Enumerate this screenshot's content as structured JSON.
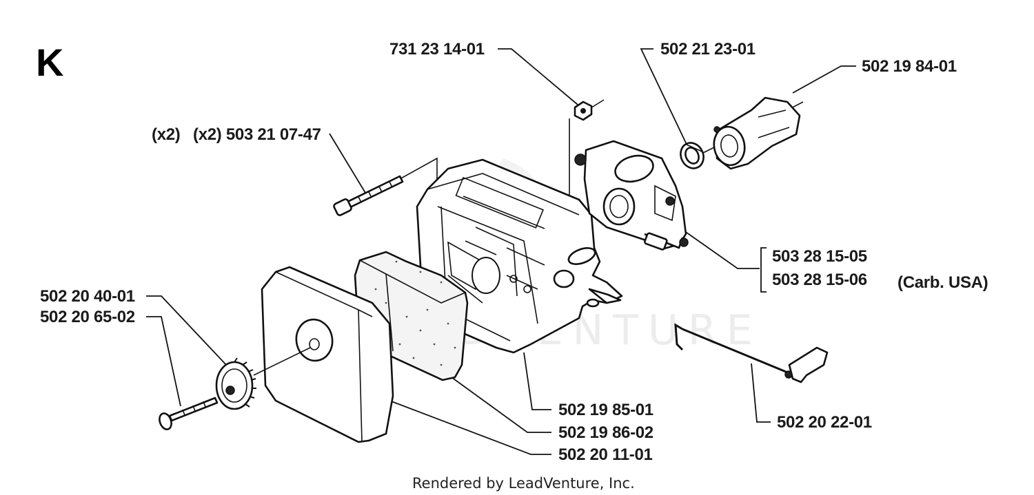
{
  "section_letter": "K",
  "watermark": "LEADVENTURE",
  "credit": "Rendered by LeadVenture, Inc.",
  "labels": {
    "screw_qty": "(x2)",
    "screw": "(x2) 503 21 07-47",
    "nut": "731 23 14-01",
    "gasket": "502 21 23-01",
    "intake": "502 19 84-01",
    "carb_a": "503 28 15-05",
    "carb_b": "503 28 15-06",
    "carb_note": "(Carb. USA)",
    "knob_a": "502 20 40-01",
    "knob_b": "502 20 65-02",
    "housing": "502 19 85-01",
    "filter": "502 19 86-02",
    "cover": "502 20 11-01",
    "rod": "502 20 22-01"
  }
}
